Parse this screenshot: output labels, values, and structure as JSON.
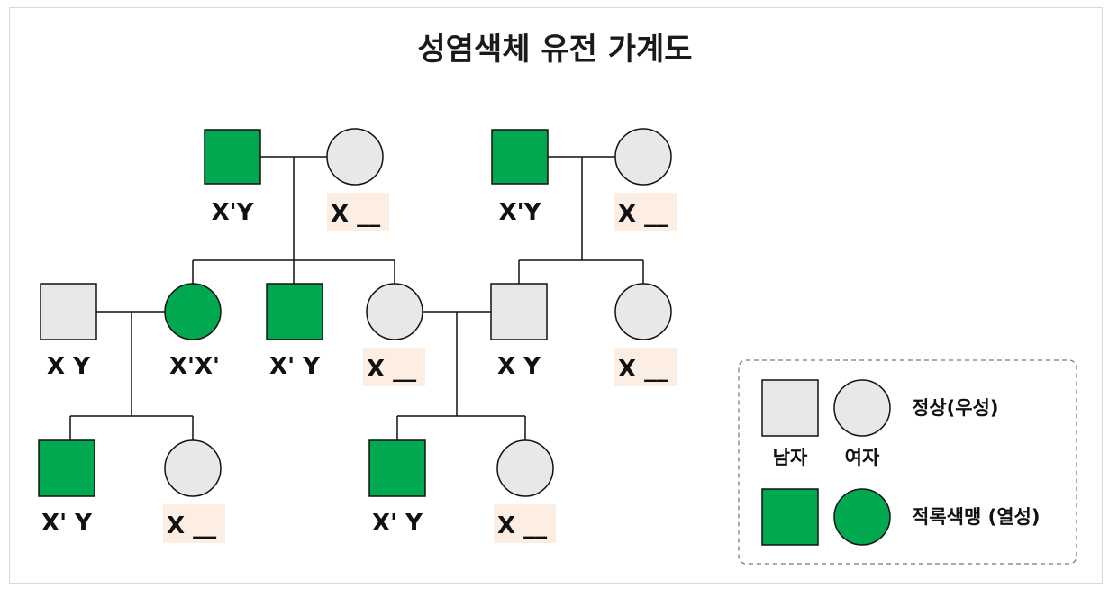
{
  "title": "성염색체 유전 가계도",
  "colors": {
    "affected": "#00a84f",
    "normal": "#e8e8e8",
    "stroke": "#111111",
    "carrier_highlight": "#fdeee4"
  },
  "genotypes": {
    "g1_male_left": "X'Y",
    "g1_female_left": "X __",
    "g1_male_right": "X'Y",
    "g1_female_right": "X __",
    "g2_husband": "X Y",
    "g2_daughter": "X'X'",
    "g2_son": "X' Y",
    "g2_daughter2": "X __",
    "g2_husband2": "X Y",
    "g2_daughter3": "X __",
    "g3_son_left": "X' Y",
    "g3_daughter_left": "X __",
    "g3_son_right": "X' Y",
    "g3_daughter_right": "X __"
  },
  "legend": {
    "male_label": "남자",
    "female_label": "여자",
    "normal_label": "정상(우성)",
    "affected_label": "적록색맹 (열성)"
  }
}
